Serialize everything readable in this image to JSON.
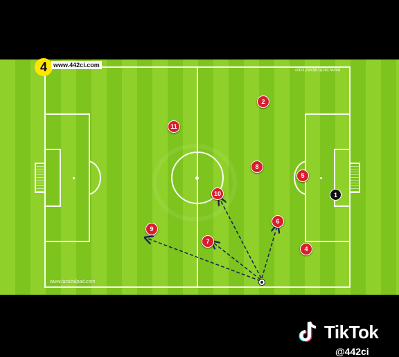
{
  "slide_number": "4",
  "site_label": "www.442ci.com",
  "watermark_top": "www.tacticalpad.com",
  "watermark_bottom": "www.tacticalpad.com",
  "players": [
    {
      "num": "2"
    },
    {
      "num": "11"
    },
    {
      "num": "8"
    },
    {
      "num": "5"
    },
    {
      "num": "10"
    },
    {
      "num": "6"
    },
    {
      "num": "9"
    },
    {
      "num": "7"
    },
    {
      "num": "4"
    }
  ],
  "goalkeeper": "1",
  "brand": "TikTok",
  "handle": "@442ci",
  "colors": {
    "pitch": "#8fd12a",
    "player": "#d81e2a",
    "badge": "#ffe600"
  }
}
